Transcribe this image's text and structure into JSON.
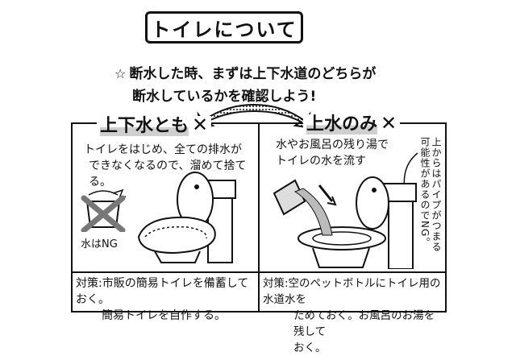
{
  "title": "トイレについて",
  "intro": {
    "line1": "断水した時、まずは上下水道のどちらが",
    "line2": "断水しているかを確認しよう!"
  },
  "left": {
    "heading": "上下水とも",
    "status_mark": "✕",
    "note_line1": "トイレをはじめ、全ての排水が",
    "note_line2": "できなくなるので、溜めて捨てる。",
    "ng_label": "水はNG",
    "footer_line1": "対策:市販の簡易トイレを備蓄しておく。",
    "footer_line2": "簡易トイレを自作する。"
  },
  "right": {
    "heading": "上水のみ",
    "status_mark": "✕",
    "note_line1": "水やお風呂の残り湯で",
    "note_line2": "トイレの水を流す",
    "vertical_note": "上からはパイプがつまる可能性があるのでNG。",
    "footer_line1": "対策:空のペットボトルにトイレ用の水道水を",
    "footer_line2": "ためておく。お風呂のお湯を残して",
    "footer_line3": "おく。"
  }
}
